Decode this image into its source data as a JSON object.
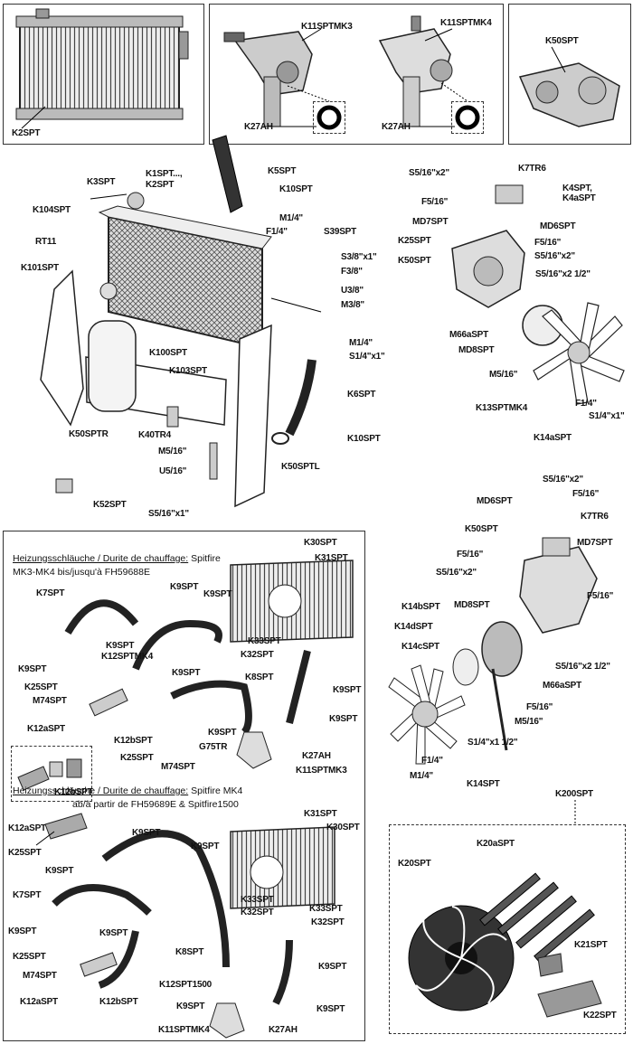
{
  "top_row": {
    "radiator": "K2SPT",
    "thermostat_mk3": "K11SPTMK3",
    "oring_1": "K27AH",
    "thermostat_mk4": "K11SPTMK4",
    "oring_2": "K27AH",
    "housing": "K50SPT"
  },
  "radiator_assembly": {
    "labels": [
      "K3SPT",
      "K1SPT...,",
      "K2SPT",
      "K5SPT",
      "K10SPT",
      "K104SPT",
      "M1/4\"",
      "F1/4\"",
      "S39SPT",
      "RT11",
      "S3/8\"x1\"",
      "F3/8\"",
      "K101SPT",
      "U3/8\"",
      "M3/8\"",
      "M1/4\"",
      "S1/4\"x1\"",
      "K100SPT",
      "K103SPT",
      "K6SPT",
      "K10SPT",
      "K50SPTR",
      "K40TR4",
      "M5/16\"",
      "K50SPTL",
      "U5/16\"",
      "K52SPT",
      "S5/16\"x1\""
    ]
  },
  "water_pump_top": {
    "labels": [
      "S5/16\"x2\"",
      "K7TR6",
      "K4SPT,",
      "K4aSPT",
      "F5/16\"",
      "MD7SPT",
      "MD6SPT",
      "K25SPT",
      "F5/16\"",
      "S5/16\"x2\"",
      "K50SPT",
      "S5/16\"x2 1/2\"",
      "M66aSPT",
      "MD8SPT",
      "M5/16\"",
      "K13SPTMK4",
      "F1/4\"",
      "S1/4\"x1\"",
      "K14aSPT"
    ]
  },
  "water_pump_bottom": {
    "labels": [
      "S5/16\"x2\"",
      "F5/16\"",
      "MD6SPT",
      "K7TR6",
      "K50SPT",
      "MD7SPT",
      "F5/16\"",
      "S5/16\"x2\"",
      "F5/16\"",
      "K14bSPT",
      "MD8SPT",
      "K14dSPT",
      "S5/16\"x2 1/2\"",
      "K14cSPT",
      "M66aSPT",
      "F5/16\"",
      "M5/16\"",
      "S1/4\"x1 1/2\"",
      "F1/4\"",
      "M1/4\"",
      "K14SPT"
    ]
  },
  "heater_mk3": {
    "title_underlined": "Heizungsschläuche / Durite de chauffage:",
    "title_tail": " Spitfire",
    "subtitle": "MK3-MK4 bis/jusqu'à FH59688E",
    "labels": [
      "K30SPT",
      "K31SPT",
      "K7SPT",
      "K9SPT",
      "K9SPT",
      "K9SPT",
      "K12SPTMK4",
      "K33SPT",
      "K32SPT",
      "K9SPT",
      "K9SPT",
      "K8SPT",
      "K25SPT",
      "M74SPT",
      "K9SPT",
      "K12aSPT",
      "K9SPT",
      "K9SPT",
      "K12bSPT",
      "K25SPT",
      "G75TR",
      "K27AH",
      "M74SPT",
      "K11SPTMK3"
    ]
  },
  "inset_fitting": {
    "labels": [
      "K12bSPT",
      "K12aSPT",
      "K25SPT"
    ]
  },
  "heater_mk4": {
    "title_underlined": "Heizungsschläuche / Durite de chauffage:",
    "title_tail": " Spitfire MK4",
    "subtitle": "ab/à partir de FH59689E & Spitfire1500",
    "labels": [
      "K31SPT",
      "K30SPT",
      "K9SPT",
      "K9SPT",
      "K9SPT",
      "K7SPT",
      "K33SPT",
      "K32SPT",
      "K33SPT",
      "K32SPT",
      "K9SPT",
      "K9SPT",
      "K8SPT",
      "K25SPT",
      "M74SPT",
      "K9SPT",
      "K12SPT1500",
      "K12aSPT",
      "K12bSPT",
      "K9SPT",
      "K9SPT",
      "K11SPTMK4",
      "K27AH"
    ]
  },
  "fan_kit": {
    "ref": "K200SPT",
    "labels": [
      "K20aSPT",
      "K20SPT",
      "K21SPT",
      "K22SPT"
    ]
  }
}
